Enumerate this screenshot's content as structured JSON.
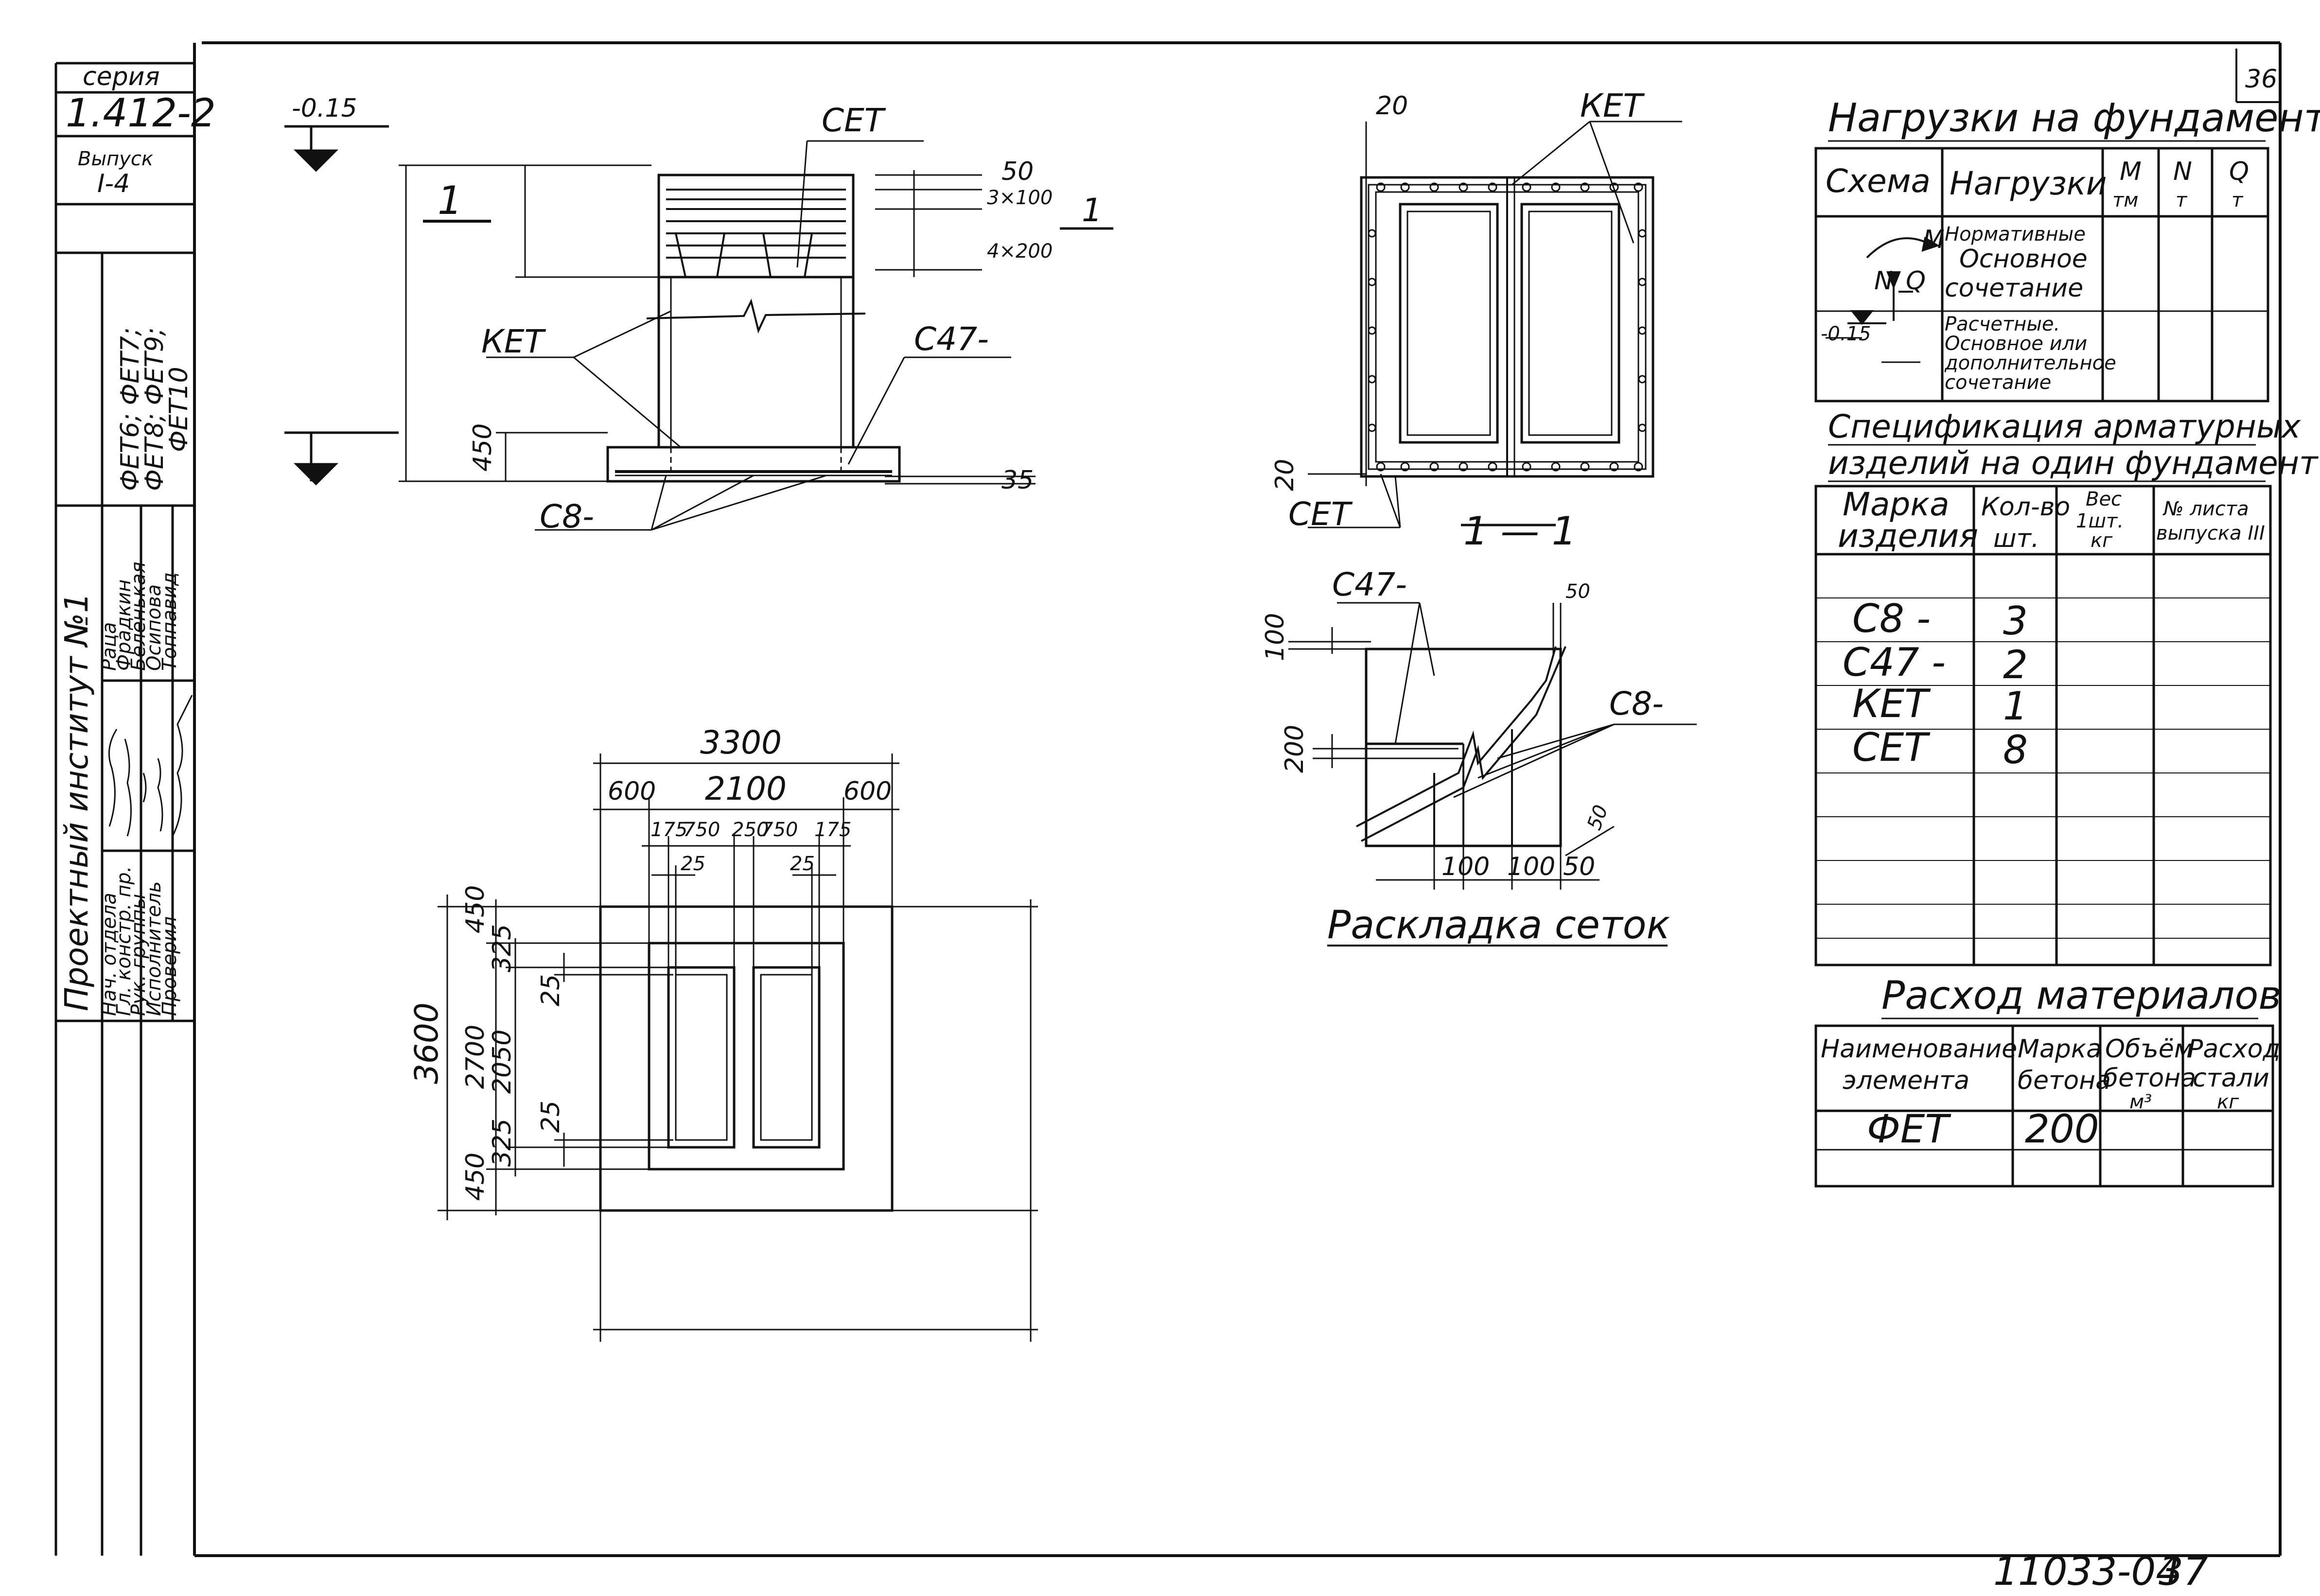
{
  "stamp": {
    "series_label": "серия",
    "series_number": "1.412-2",
    "issue_label": "Выпуск",
    "issue_number": "I-4",
    "marks_line1": "ФЕТ6; ФЕТ7;",
    "marks_line2": "ФЕТ8; ФЕТ9;",
    "marks_line3": "ФЕТ10",
    "institute": "Проектный институт №1",
    "roles": [
      "Нач. отдела",
      "Гл. констр. пр.",
      "Рук. группы",
      "Исполнитель",
      "Проверил"
    ],
    "names": [
      "Раца",
      "Фрадкин",
      "Беленькая",
      "Осипова",
      "Топпавид"
    ]
  },
  "sheet_number": "36",
  "doc_number": "11033-04",
  "page_number": "37",
  "elevation": {
    "level_top": "-0.15",
    "section_mark": "1",
    "label_cet": "СЕТ",
    "label_ket": "КЕТ",
    "label_c47": "С47-",
    "label_c8": "С8-",
    "dim_50": "50",
    "dim_3x100": "3×100",
    "dim_4x200": "4×200",
    "dim_450": "450",
    "dim_35": "35",
    "section_ref": "1"
  },
  "section": {
    "title": "1 — 1",
    "label_ket": "КЕТ",
    "label_cet": "СЕТ",
    "dim_20_top": "20",
    "dim_20_left": "20"
  },
  "layout_meshes": {
    "title": "Раскладка сеток",
    "label_c47": "С47-",
    "label_c8": "С8-",
    "dim_100_top": "100",
    "dim_200": "200",
    "dim_50_top": "50",
    "dim_50_right": "50",
    "dim_100_a": "100",
    "dim_100_b": "100",
    "dim_50_bottom": "50"
  },
  "plan": {
    "dim_3300": "3300",
    "dim_600_l": "600",
    "dim_2100": "2100",
    "dim_600_r": "600",
    "dim_175_l": "175",
    "dim_750_l": "750",
    "dim_250": "250",
    "dim_750_r": "750",
    "dim_175_r": "175",
    "dim_25_l": "25",
    "dim_25_r": "25",
    "dim_3600": "3600",
    "dim_2700": "2700",
    "dim_450_t": "450",
    "dim_450_b": "450",
    "dim_325_t": "325",
    "dim_325_b": "325",
    "dim_2050": "2050",
    "dim_25_t": "25",
    "dim_25_b": "25"
  },
  "loads_table": {
    "title": "Нагрузки на фундамент",
    "headers": [
      "Схема",
      "Нагрузки",
      "М",
      "тм",
      "N",
      "т",
      "Q",
      "т"
    ],
    "row1": [
      "Нормативные",
      "Основное",
      "сочетание"
    ],
    "row2": [
      "Расчетные.",
      "Основное или",
      "дополнительное",
      "сочетание"
    ],
    "scheme_m": "M",
    "scheme_n": "N",
    "scheme_q": "Q",
    "scheme_level": "-0.15"
  },
  "spec_table": {
    "title_line1": "Спецификация арматурных",
    "title_line2": "изделий на один фундамент",
    "headers": [
      "Марка",
      "изделия",
      "Кол-во",
      "шт.",
      "Вес",
      "1шт.",
      "кг",
      "№ листа",
      "выпуска III"
    ],
    "rows": [
      {
        "mark": "С8 -",
        "qty": "3"
      },
      {
        "mark": "С47 -",
        "qty": "2"
      },
      {
        "mark": "КЕТ",
        "qty": "1"
      },
      {
        "mark": "СЕТ",
        "qty": "8"
      }
    ]
  },
  "materials_table": {
    "title": "Расход материалов",
    "headers": [
      "Наименование",
      "элемента",
      "Марка",
      "бетона",
      "Объём",
      "бетона",
      "м³",
      "Расход",
      "стали",
      "кг"
    ],
    "row": {
      "name": "ФЕТ",
      "grade": "200"
    }
  }
}
